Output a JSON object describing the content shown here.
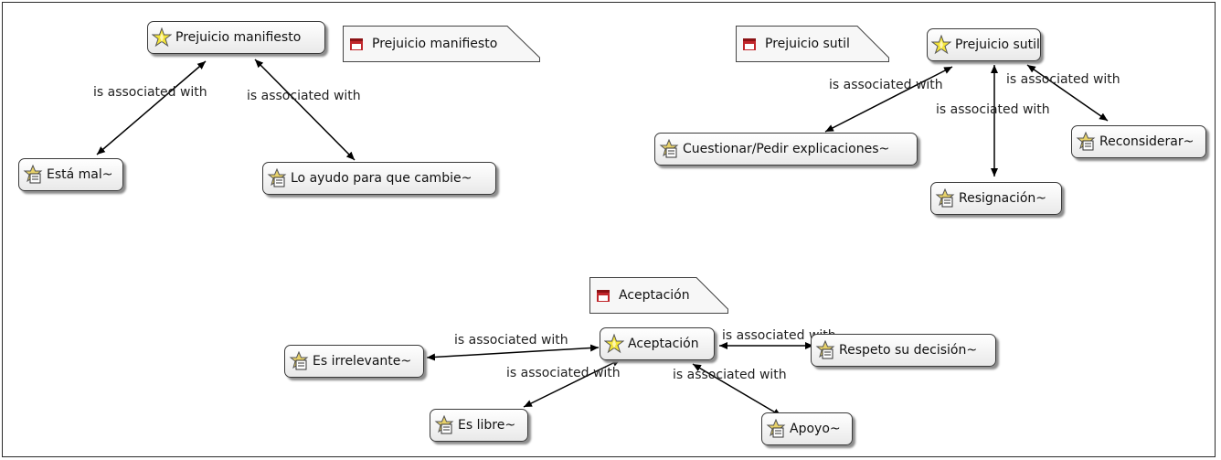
{
  "codes": {
    "prejuicio_manifiesto": "Prejuicio manifiesto",
    "esta_mal": "Está mal~",
    "lo_ayudo": "Lo ayudo para que cambie~",
    "prejuicio_sutil": "Prejuicio sutil",
    "cuestionar": "Cuestionar/Pedir  explicaciones~",
    "resignacion": "Resignación~",
    "reconsiderar": "Reconsiderar~",
    "aceptacion": "Aceptación",
    "es_irrelevante": "Es irrelevante~",
    "respeto": "Respeto su decisión~",
    "es_libre": "Es libre~",
    "apoyo": "Apoyo~"
  },
  "memos": {
    "prejuicio_manifiesto": "Prejuicio manifiesto",
    "prejuicio_sutil": "Prejuicio sutil",
    "aceptacion": "Aceptación"
  },
  "relation_label": "is associated with",
  "edge_labels": {
    "e1": "is associated with",
    "e2": "is associated with",
    "e3": "is associated with",
    "e4": "is associated with",
    "e5": "is associated with",
    "e6": "is associated with",
    "e7": "is associated with",
    "e8": "is associated with",
    "e9": "is associated with"
  },
  "colors": {
    "memo_icon": "#c0262b",
    "code_icon_star": "#f4e43a",
    "code_icon_fill": "#e8d26a",
    "line": "#000000"
  }
}
